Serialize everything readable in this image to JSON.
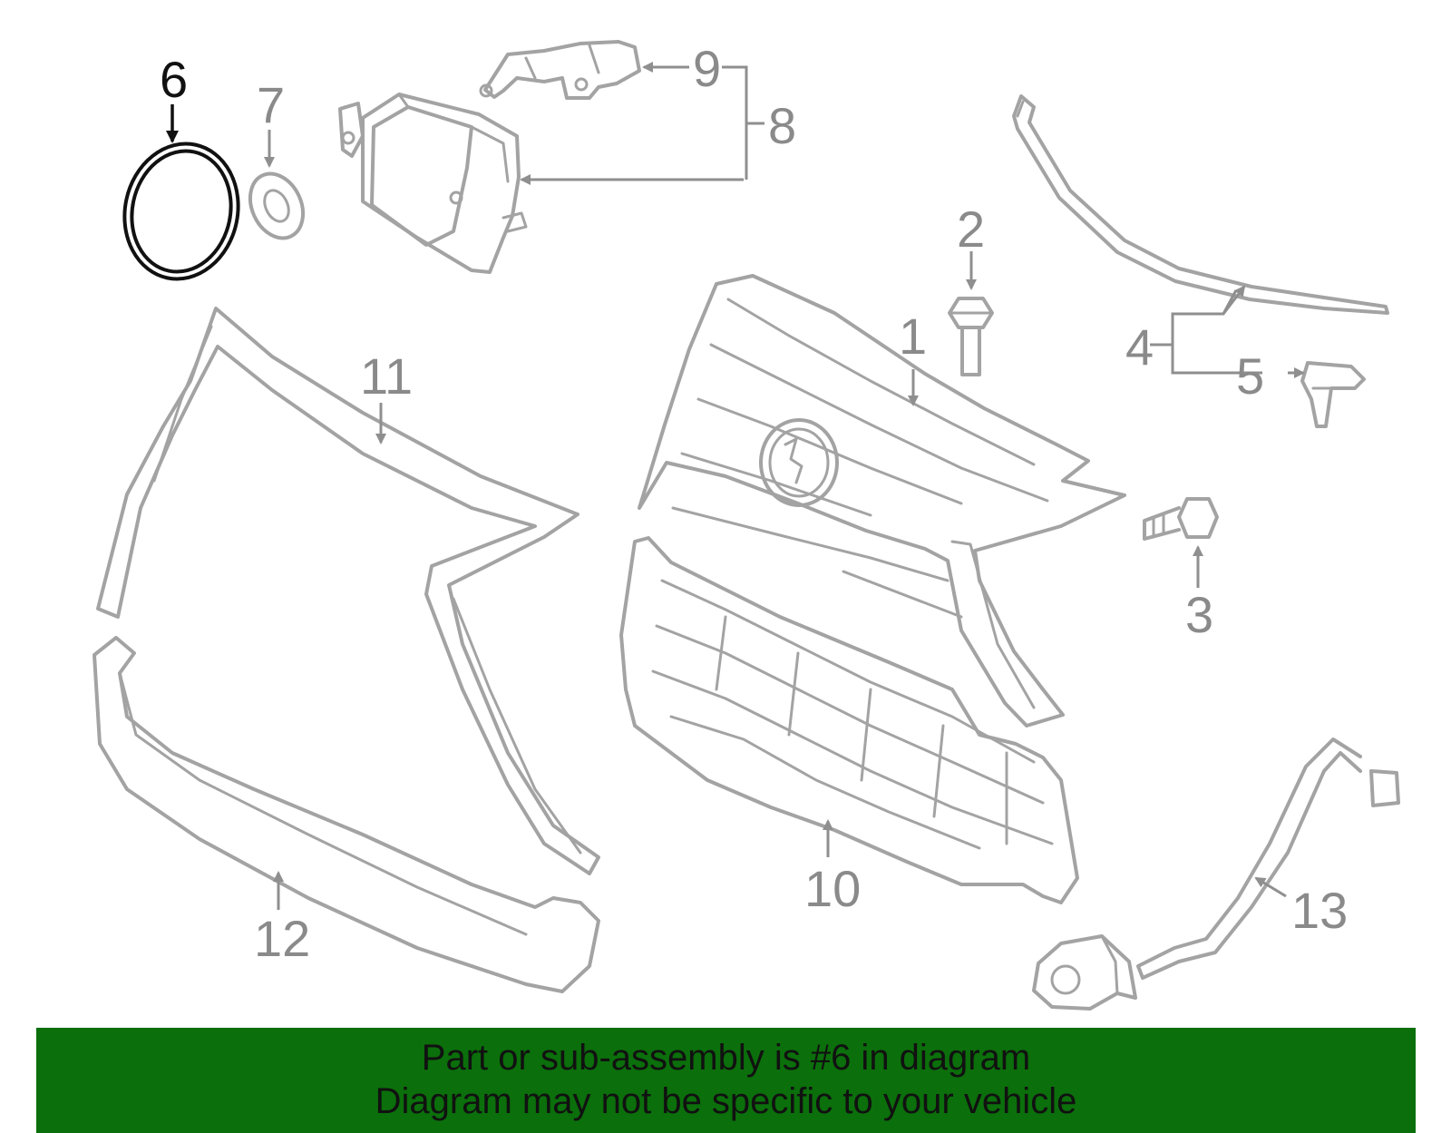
{
  "callouts": {
    "c1": "1",
    "c2": "2",
    "c3": "3",
    "c4": "4",
    "c5": "5",
    "c6": "6",
    "c7": "7",
    "c8": "8",
    "c9": "9",
    "c10": "10",
    "c11": "11",
    "c12": "12",
    "c13": "13"
  },
  "highlighted_part": "6",
  "colors": {
    "banner": "#0b6f0b",
    "part_line": "#a3a3a3",
    "highlight": "#111111"
  },
  "banner": {
    "line1": "Part or sub-assembly is #6 in diagram",
    "line2": "Diagram may not be specific to your vehicle"
  }
}
